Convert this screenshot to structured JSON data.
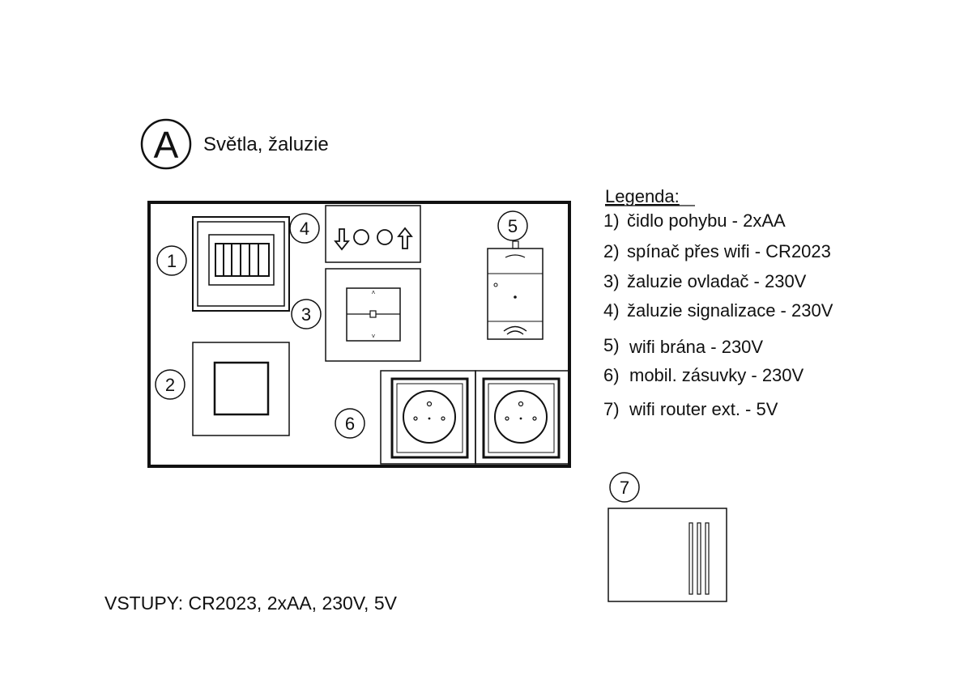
{
  "header": {
    "badge_letter": "A",
    "title": "Světla, žaluzie"
  },
  "legend": {
    "title": "Legenda:",
    "items": [
      {
        "number": "1)",
        "text": "čidlo pohybu - 2xAA"
      },
      {
        "number": "2)",
        "text": "spínač přes wifi - CR2023"
      },
      {
        "number": "3)",
        "text": "žaluzie ovladač - 230V"
      },
      {
        "number": "4)",
        "text": "žaluzie signalizace - 230V"
      },
      {
        "number": "5)",
        "text": "wifi brána - 230V"
      },
      {
        "number": "6)",
        "text": "mobil. zásuvky - 230V"
      },
      {
        "number": "7)",
        "text": "wifi router ext. - 5V"
      }
    ]
  },
  "callouts": [
    "1",
    "2",
    "3",
    "4",
    "5",
    "6",
    "7"
  ],
  "footer": {
    "inputs": "VSTUPY:  CR2023, 2xAA, 230V, 5V"
  },
  "icons": {
    "signal_panel": [
      "down-arrow-icon",
      "circle-icon",
      "circle-icon",
      "up-arrow-icon"
    ],
    "wifi_gateway": "wifi-icon",
    "router": "router-icon"
  },
  "colors": {
    "stroke": "#111111",
    "background": "#ffffff"
  }
}
